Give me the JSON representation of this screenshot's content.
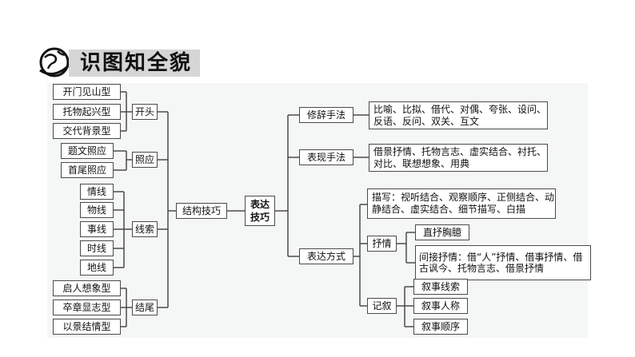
{
  "header": {
    "title": "识图知全貌",
    "icon": "globe-icon"
  },
  "root": "表达技巧",
  "structure": {
    "label": "结构技巧",
    "opening": {
      "label": "开头",
      "items": [
        "开门见山型",
        "托物起兴型",
        "交代背景型"
      ]
    },
    "echo": {
      "label": "照应",
      "items": [
        "题文照应",
        "首尾照应"
      ]
    },
    "clue": {
      "label": "线索",
      "items": [
        "情线",
        "物线",
        "事线",
        "时线",
        "地线"
      ]
    },
    "ending": {
      "label": "结尾",
      "items": [
        "启人想象型",
        "卒章显志型",
        "以景结情型"
      ]
    }
  },
  "rhetoric": {
    "label": "修辞手法",
    "detail": "比喻、比拟、借代、对偶、夸张、设问、反语、反问、双关、互文"
  },
  "technique": {
    "label": "表现手法",
    "detail": "借景抒情、托物言志、虚实结合、衬托、对比、联想想象、用典"
  },
  "expression": {
    "label": "表达方式",
    "description": "描写：视听结合、观察顺序、正侧结合、动静结合、虚实结合、细节描写、白描",
    "lyric": {
      "label": "抒情",
      "items": [
        "直抒胸臆",
        "间接抒情：借“人”抒情、借事抒情、借古讽今、托物言志、借景抒情"
      ]
    },
    "narration": {
      "label": "记叙",
      "items": [
        "叙事线索",
        "叙事人称",
        "叙事顺序"
      ]
    }
  }
}
